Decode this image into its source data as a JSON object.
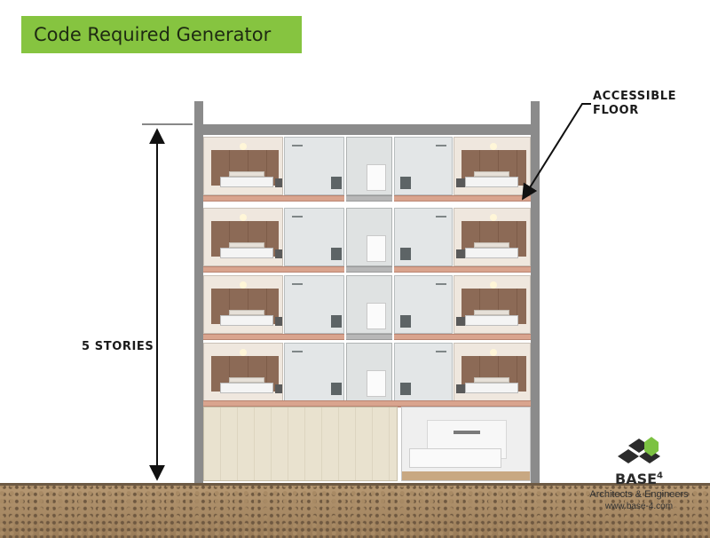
{
  "title": "Code Required Generator",
  "dimension": {
    "label": "5 STORIES"
  },
  "callout": {
    "line1": "ACCESSIBLE",
    "line2": "FLOOR"
  },
  "logo": {
    "name": "BASE",
    "superscript": "4",
    "tagline": "Architects & Engineers",
    "url": "www.base-4.com"
  },
  "colors": {
    "title_badge": "#86c440",
    "logo_green": "#7cc242",
    "logo_dark": "#2b2b2b",
    "floor_slab": "#d9a48e",
    "bedroom_wall": "#8c6a56",
    "ground": "#b89a74"
  }
}
